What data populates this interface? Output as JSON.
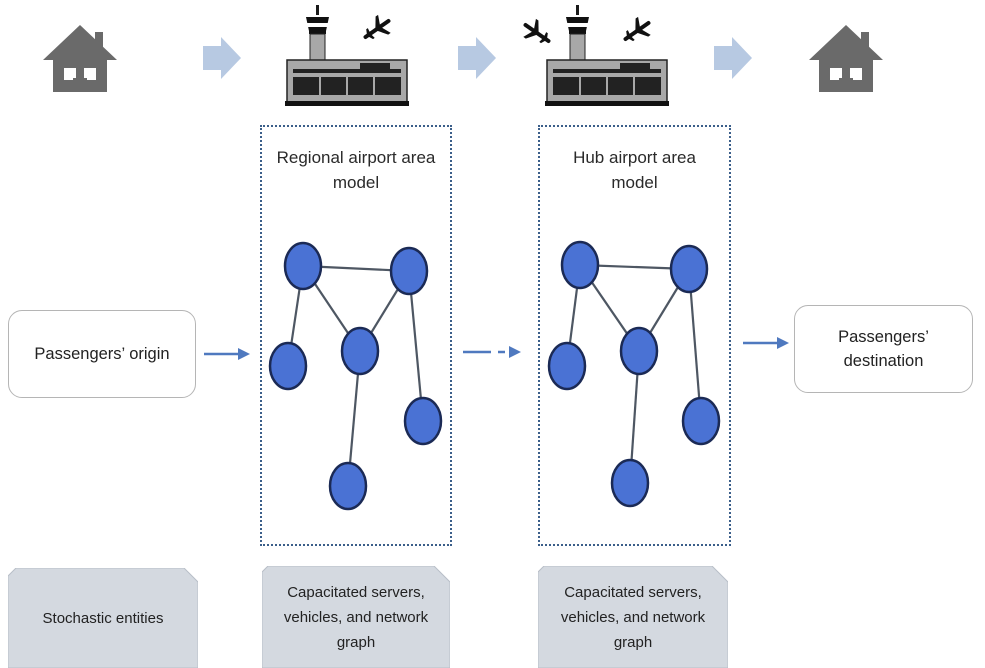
{
  "colors": {
    "node_fill": "#4a72d4",
    "node_stroke": "#1b2a55",
    "edge": "#4e5763",
    "flow_arrow": "#4f79bf",
    "chevron": "#b7c9e2",
    "icon_gray": "#6a6a6a",
    "note_fill": "#d4d9e0",
    "box_border": "#3b5f8a"
  },
  "journey_icons": [
    "house-icon",
    "regional-airport-icon",
    "hub-airport-icon",
    "house-icon"
  ],
  "regional_model": {
    "title": "Regional airport area model",
    "note": "Capacitated servers, vehicles, and network graph"
  },
  "hub_model": {
    "title": "Hub airport area model",
    "note": "Capacitated servers, vehicles, and network graph"
  },
  "origin": {
    "label": "Passengers’ origin"
  },
  "destination": {
    "label": "Passengers’ destination"
  },
  "stochastic": {
    "label": "Stochastic entities"
  }
}
